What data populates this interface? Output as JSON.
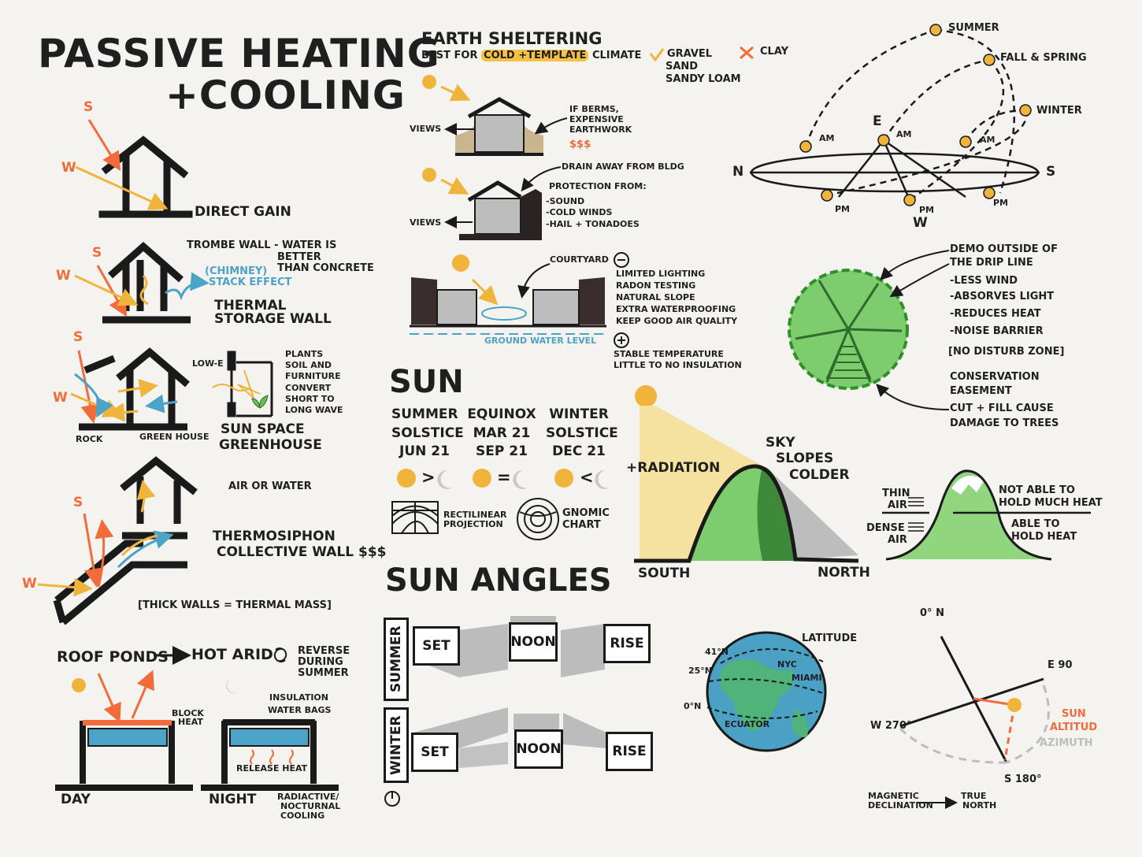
{
  "title": {
    "line1": "PASSIVE HEATING",
    "line2": "+COOLING"
  },
  "compass_letters": {
    "s": "S",
    "w": "W"
  },
  "direct_gain": {
    "label": "DIRECT GAIN"
  },
  "trombe": {
    "callout": [
      "TROMBE WALL - WATER IS",
      "BETTER",
      "THAN CONCRETE"
    ],
    "chimney": [
      "(CHIMNEY)",
      "STACK EFFECT"
    ],
    "label": [
      "THERMAL",
      "STORAGE WALL"
    ]
  },
  "sunspace": {
    "low_e": "LOW-E",
    "notes": [
      "PLANTS",
      "SOIL AND",
      "FURNITURE",
      "CONVERT",
      "SHORT TO",
      "LONG WAVE"
    ],
    "rock": "ROCK",
    "green_house": "GREEN HOUSE",
    "label": [
      "SUN SPACE",
      "GREENHOUSE"
    ]
  },
  "thermosiphon": {
    "air_or_water": "AIR OR WATER",
    "label": [
      "THERMOSIPHON",
      "COLLECTIVE WALL $$$"
    ],
    "note": "[THICK WALLS = THERMAL MASS]"
  },
  "roof_ponds": {
    "label": "ROOF PONDS",
    "arrow_target": "HOT ARID",
    "reverse": [
      "REVERSE",
      "DURING",
      "SUMMER"
    ],
    "block_heat": [
      "BLOCK",
      "HEAT"
    ],
    "insulation": "INSULATION",
    "water_bags": "WATER BAGS",
    "release_heat": "RELEASE HEAT",
    "day": "DAY",
    "night": "NIGHT",
    "radiactive": [
      "RADIACTIVE/",
      "NOCTURNAL",
      "COOLING"
    ]
  },
  "earth_sheltering": {
    "title": "EARTH SHELTERING",
    "best_for_prefix": "BEST FOR",
    "best_for_highlight": "COLD +TEMPLATE",
    "best_for_suffix": "CLIMATE",
    "good_soils": [
      "GRAVEL",
      "SAND",
      "SANDY LOAM"
    ],
    "bad_soil": "CLAY",
    "views": "VIEWS",
    "berms": [
      "IF BERMS,",
      "EXPENSIVE",
      "EARTHWORK"
    ],
    "dollars": "$$$",
    "drain": "DRAIN AWAY FROM BLDG",
    "protection": [
      "PROTECTION FROM:",
      "-SOUND",
      "-COLD WINDS",
      "-HAIL + TONADOES"
    ],
    "courtyard": "COURTYARD",
    "groundwater": "GROUND WATER LEVEL",
    "minus": "−",
    "plus": "+",
    "cons": [
      "LIMITED LIGHTING",
      "RADON TESTING",
      "NATURAL SLOPE",
      "EXTRA WATERPROOFING",
      "KEEP GOOD AIR QUALITY"
    ],
    "pros": [
      "STABLE TEMPERATURE",
      "LITTLE TO NO INSULATION"
    ]
  },
  "sun": {
    "title": "SUN",
    "columns": [
      {
        "l1": "SUMMER",
        "l2": "SOLSTICE",
        "l3": "JUN 21",
        "sym": ">"
      },
      {
        "l1": "EQUINOX",
        "l2": "MAR 21",
        "l3": "SEP 21",
        "sym": "="
      },
      {
        "l1": "WINTER",
        "l2": "SOLSTICE",
        "l3": "DEC 21",
        "sym": "<"
      }
    ],
    "rectilinear": [
      "RECTILINEAR",
      "PROJECTION"
    ],
    "gnomic": [
      "GNOMIC",
      "CHART"
    ]
  },
  "sun_angles": {
    "title": "SUN ANGLES",
    "summer": "SUMMER",
    "winter": "WINTER",
    "set": "SET",
    "noon": "NOON",
    "rise": "RISE"
  },
  "sun_path": {
    "summer": "SUMMER",
    "fall_spring": "FALL & SPRING",
    "winter": "WINTER",
    "n": "N",
    "s": "S",
    "e": "E",
    "w": "W",
    "am": "AM",
    "pm": "PM"
  },
  "trees": {
    "notes": [
      "DEMO OUTSIDE OF",
      "THE DRIP LINE",
      "-LESS WIND",
      "-ABSORVES LIGHT",
      "-REDUCES HEAT",
      "-NOISE BARRIER"
    ],
    "no_disturb": "[NO DISTURB ZONE]",
    "easement": [
      "CONSERVATION",
      "EASEMENT"
    ],
    "cut_fill": [
      "CUT + FILL CAUSE",
      "DAMAGE TO TREES"
    ]
  },
  "slopes": {
    "radiation": "+RADIATION",
    "sky_slopes": [
      "SKY",
      "SLOPES",
      "COLDER"
    ],
    "south": "SOUTH",
    "north": "NORTH"
  },
  "air": {
    "thin": [
      "THIN",
      "AIR"
    ],
    "dense": [
      "DENSE",
      "AIR"
    ],
    "not_able": [
      "NOT ABLE TO",
      "HOLD MUCH HEAT"
    ],
    "able": [
      "ABLE TO",
      "HOLD HEAT"
    ]
  },
  "latitude": {
    "label": "LATITUDE",
    "lat41": "41°N",
    "lat25": "25°N",
    "lat0": "0°N",
    "nyc": "NYC",
    "miami": "MIAMI",
    "equator": "ECUATOR"
  },
  "azimuth": {
    "n0": "0° N",
    "e90": "E 90",
    "w270": "W 270°",
    "s180": "S 180°",
    "sun": "SUN",
    "altitud": "ALTITUD",
    "azimuth": "AZIMUTH",
    "magnetic": [
      "MAGNETIC",
      "DECLINATION"
    ],
    "true_north": [
      "TRUE",
      "NORTH"
    ]
  },
  "colors": {
    "ink": "#1a1a1a",
    "sun": "#f0b43c",
    "orange": "#f26b3a",
    "blue": "#4ba3c7",
    "green": "#7dcc6d",
    "dark_green": "#3f8a3a",
    "gray": "#bdbdbd"
  }
}
